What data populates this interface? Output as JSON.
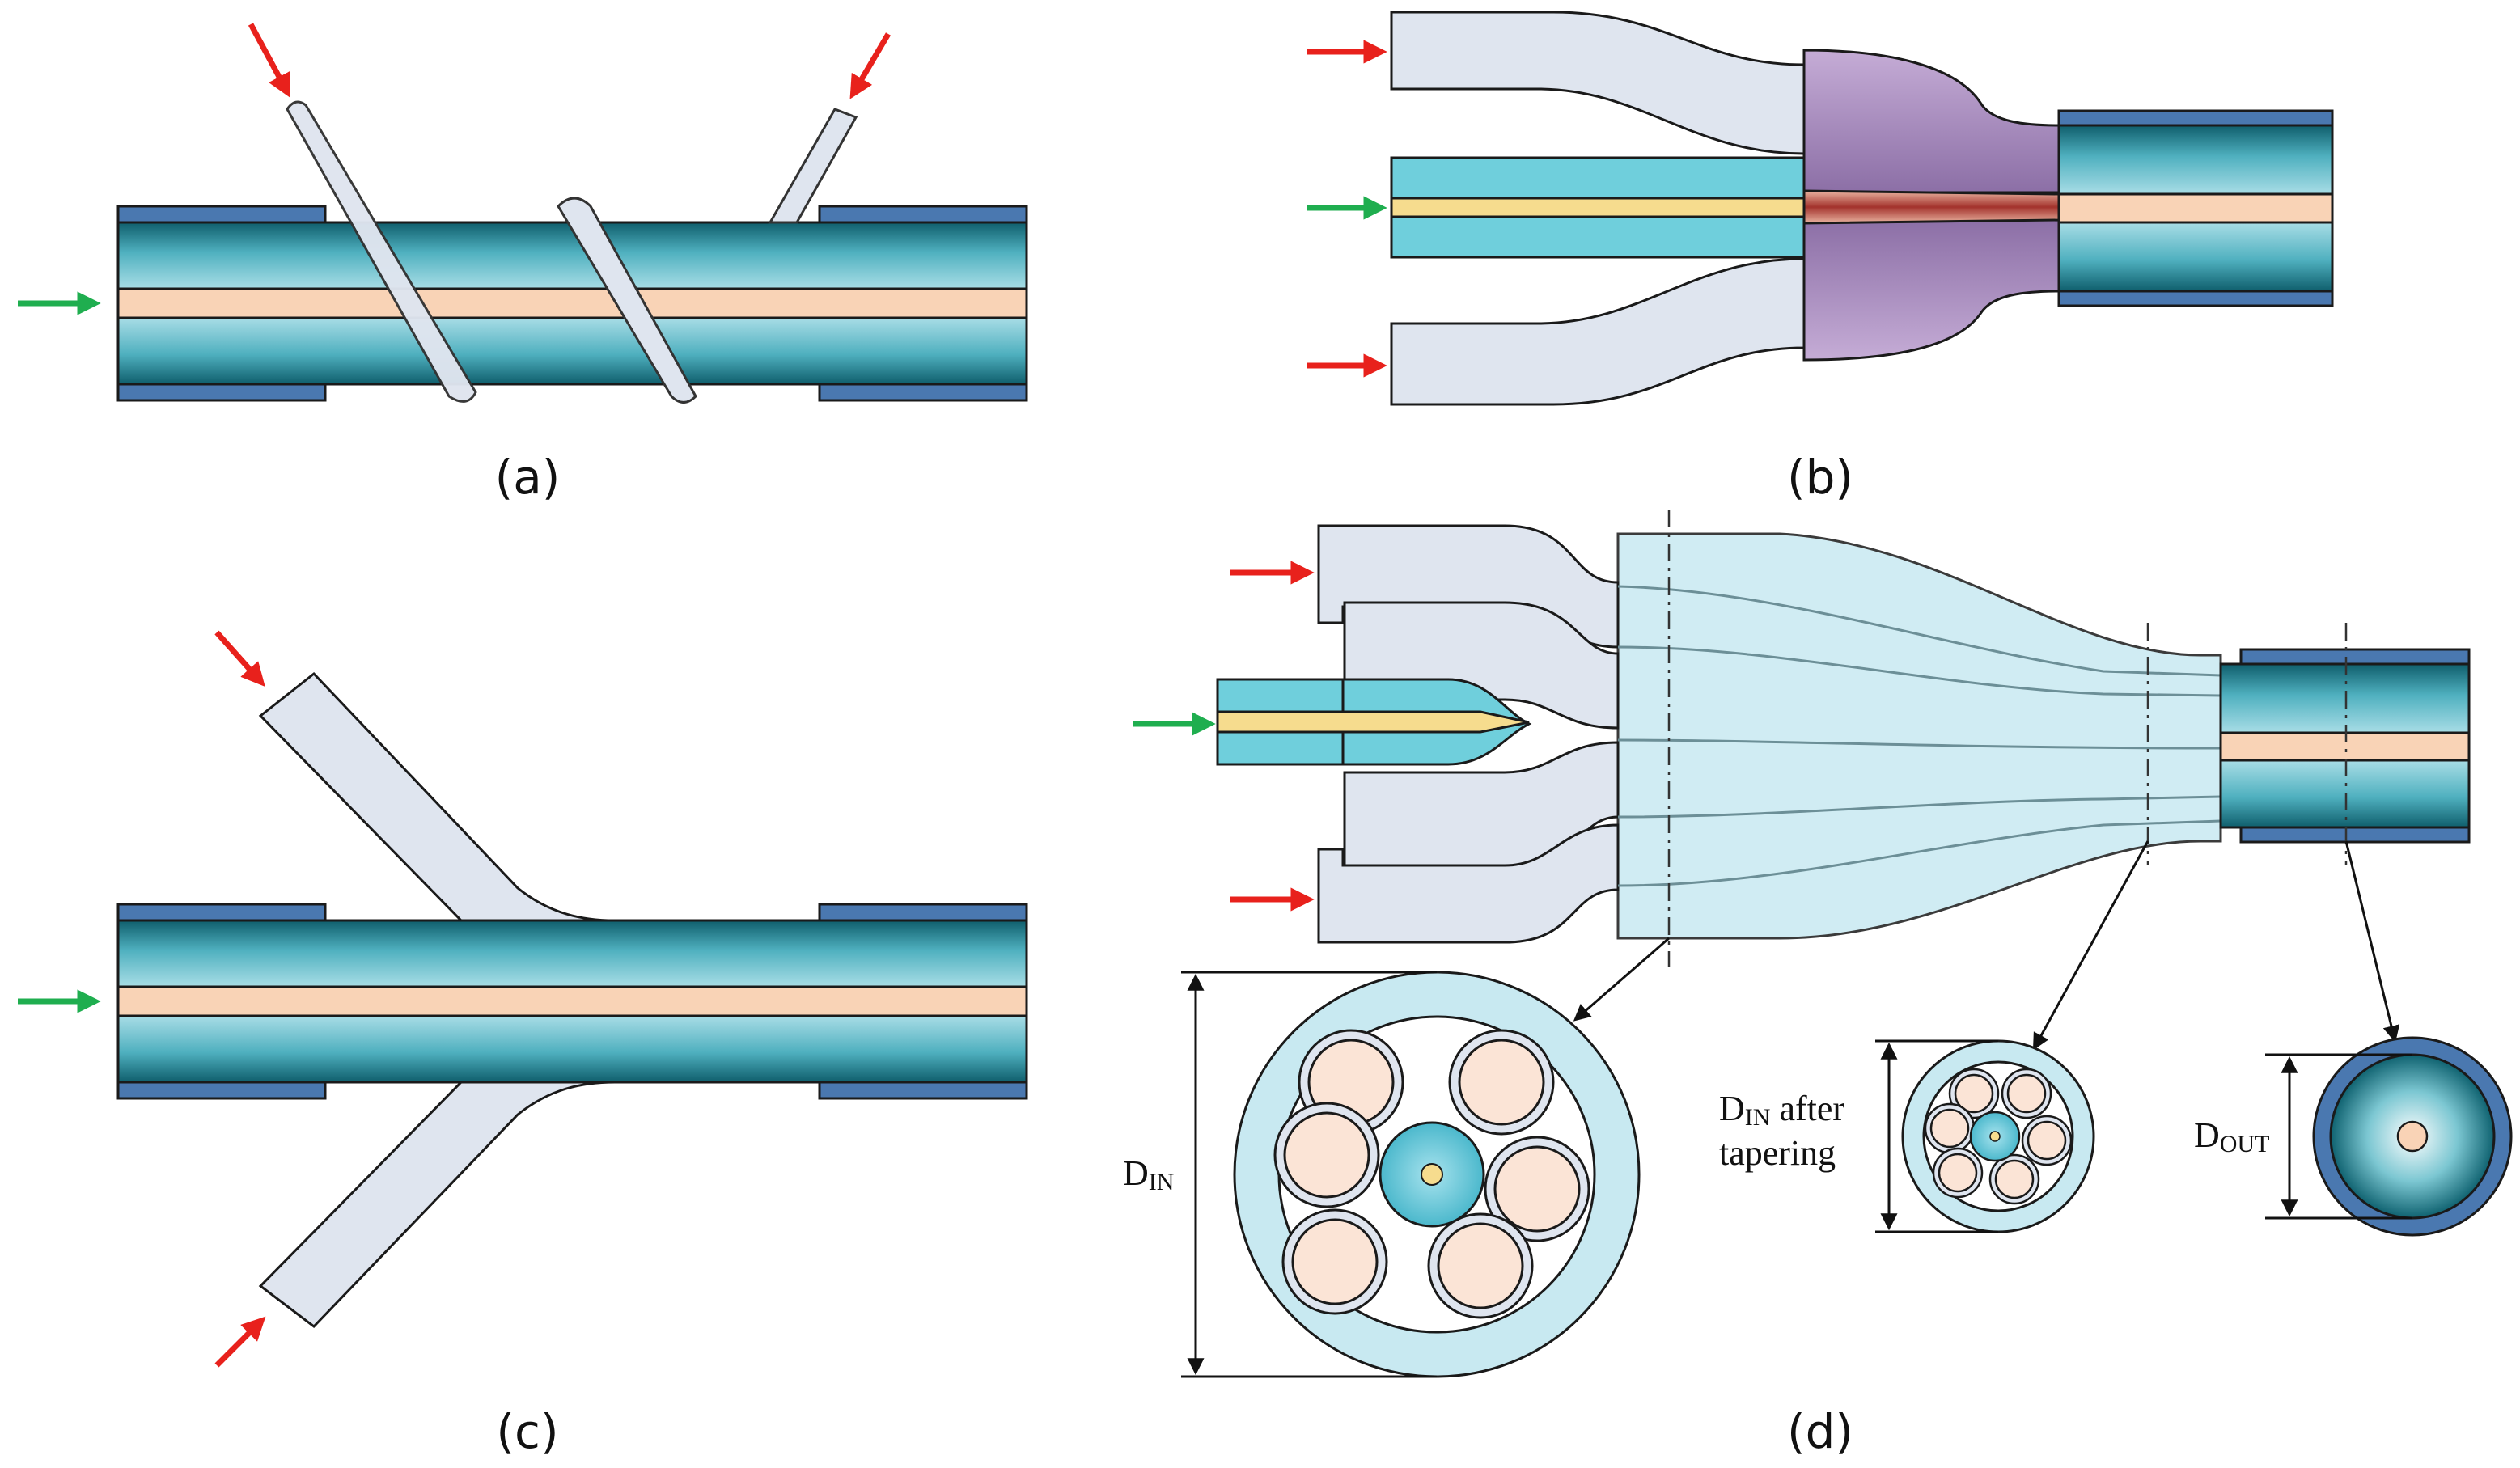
{
  "figure": {
    "panel_labels": {
      "a": "(a)",
      "b": "(b)",
      "c": "(c)",
      "d": "(d)"
    },
    "dimensions": {
      "d_in": {
        "main": "D",
        "sub": "IN"
      },
      "d_in_after": {
        "main": "D",
        "sub": "IN",
        "line1_rest": " after",
        "line2": "tapering"
      },
      "d_out": {
        "main": "D",
        "sub": "OUT"
      }
    }
  },
  "colors": {
    "pump_arrow": "#e8211c",
    "signal_arrow": "#1fae4f",
    "fiber_cladding": "#2e8f9e",
    "fiber_core": "#f9d3b6",
    "coating": "#4a78b0",
    "pump_fiber": "#dfe5ef",
    "fused_region": "#8a6a9c",
    "taper_bundle": "#c8e9f1",
    "signal_core": "#f6dc8e"
  }
}
